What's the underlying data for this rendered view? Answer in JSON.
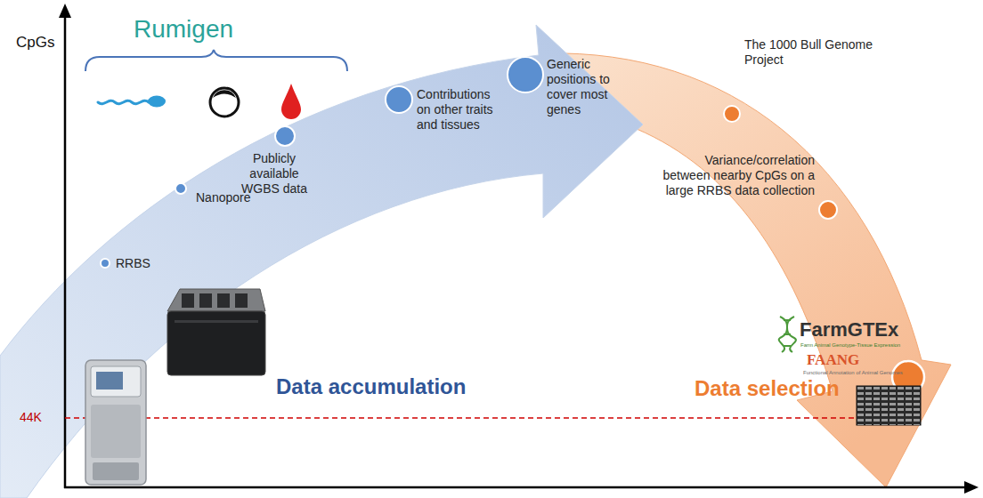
{
  "diagram": {
    "nodes": [
      {
        "text": [
          "RRBS"
        ]
      },
      {
        "text": [
          "Nanopore"
        ]
      },
      {
        "text": [
          "Publicly available WGBS data"
        ]
      },
      {
        "text": [
          "Contributions on other traits and tissues"
        ]
      },
      {
        "text": [
          "Generic positions to cover most genes"
        ]
      },
      {
        "text": [
          "The 1000 Bull Genome Project"
        ]
      },
      {
        "text": [
          "Variance/correlation between nearby CpGs on a large RRBS data collection"
        ]
      }
    ],
    "labels": [
      "CpGs",
      "Rumigen",
      "Data accumulation",
      "Data selection",
      "44K",
      "FarmGTEx",
      "Farm Animal Genotype-Tissue Expression",
      "FAANG",
      "Functional Annotation of Animal Genomes"
    ]
  }
}
